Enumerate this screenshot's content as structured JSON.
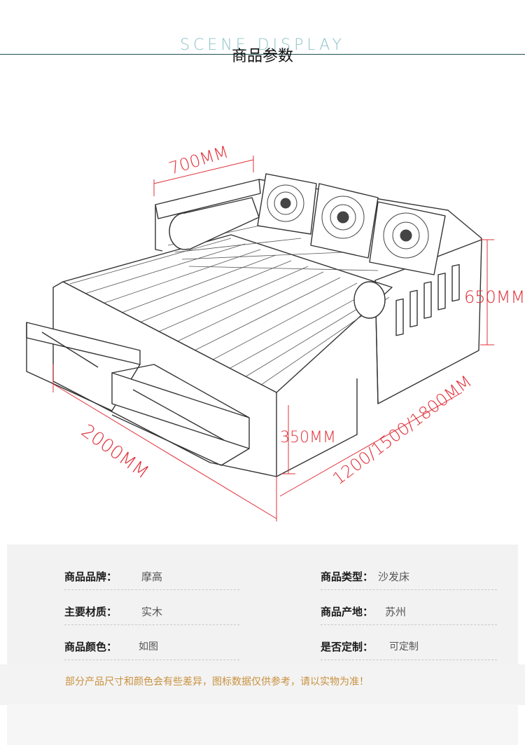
{
  "header": {
    "title_en": "SCENE DISPLAY",
    "title_cn": "商品参数"
  },
  "dimensions": {
    "width_arm": "700MM",
    "height": "650MM",
    "seat_height": "350MM",
    "length": "2000MM",
    "depth_options": "1200/1500/1800MM"
  },
  "params": {
    "brand_label": "商品品牌：",
    "brand_value": "摩高",
    "type_label": "商品类型：",
    "type_value": "沙发床",
    "material_label": "主要材质：",
    "material_value": "实木",
    "origin_label": "商品产地：",
    "origin_value": "苏州",
    "color_label": "商品颜色：",
    "color_value": "如图",
    "custom_label": "是否定制：",
    "custom_value": "可定制"
  },
  "note": "部分产品尺寸和颜色会有些差异，图标数据仅供参考，请以实物为准！",
  "colors": {
    "header_line": "#1f4e57",
    "dimension_red": "#e0303a",
    "note_orange": "#c8913f"
  }
}
